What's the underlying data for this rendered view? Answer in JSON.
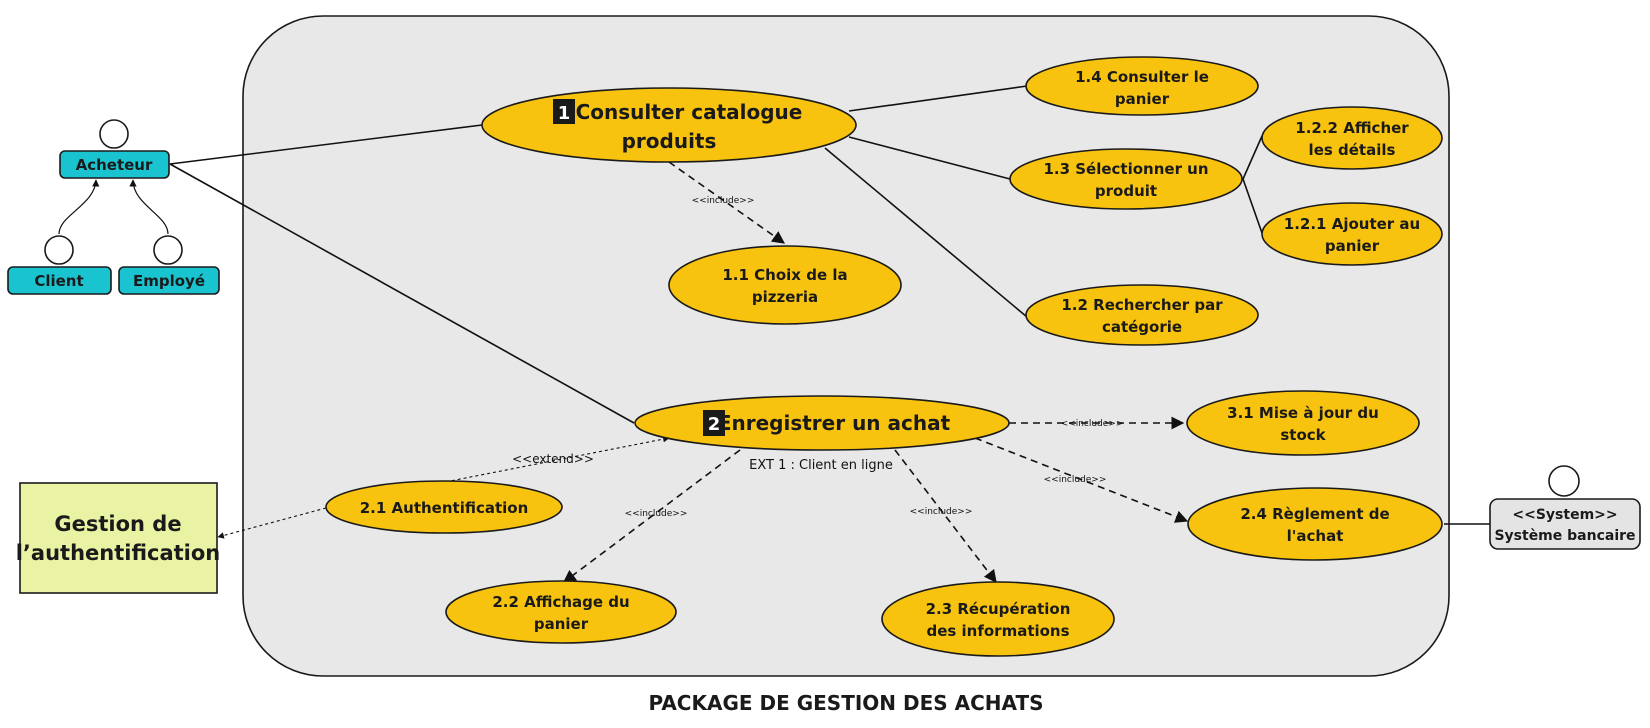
{
  "diagram": {
    "package_title": "PACKAGE DE GESTION DES ACHATS",
    "actors": {
      "acheteur": "Acheteur",
      "client": "Client",
      "employe": "Employé",
      "system_stereotype": "<<System>>",
      "system_name": "Système bancaire"
    },
    "external_package": {
      "line1": "Gestion de",
      "line2": "l’authentification"
    },
    "use_cases": {
      "uc1": {
        "number": "1",
        "line1": "Consulter catalogue",
        "line2": "produits"
      },
      "uc1_1": {
        "line1": "1.1 Choix de la",
        "line2": "pizzeria"
      },
      "uc1_2": {
        "line1": "1.2 Rechercher par",
        "line2": "catégorie"
      },
      "uc1_3": {
        "line1": "1.3 Sélectionner un",
        "line2": "produit"
      },
      "uc1_4": {
        "line1": "1.4 Consulter le",
        "line2": "panier"
      },
      "uc1_2_2": {
        "line1": "1.2.2 Afficher",
        "line2": "les détails"
      },
      "uc1_2_1": {
        "line1": "1.2.1 Ajouter au",
        "line2": "panier"
      },
      "uc2": {
        "number": "2",
        "line1": "Enregistrer un achat"
      },
      "uc2_1": {
        "line1": "2.1 Authentification"
      },
      "uc2_2": {
        "line1": "2.2 Affichage du",
        "line2": "panier"
      },
      "uc2_3": {
        "line1": "2.3 Récupération",
        "line2": "des informations"
      },
      "uc2_4": {
        "line1": "2.4 Règlement de",
        "line2": "l'achat"
      },
      "uc3_1": {
        "line1": "3.1 Mise à jour du",
        "line2": "stock"
      }
    },
    "relations": {
      "include": "<<include>>",
      "extend": "<<extend>>",
      "extension_point": "EXT 1 : Client en ligne"
    },
    "colors": {
      "use_case_fill": "#f8c30f",
      "actor_box_fill": "#19c3cf",
      "system_box_fill": "#e4e4e4",
      "package_fill": "#e8e8e8",
      "external_package_fill": "#eaf2a3",
      "number_badge": "#1a1a1a"
    }
  }
}
